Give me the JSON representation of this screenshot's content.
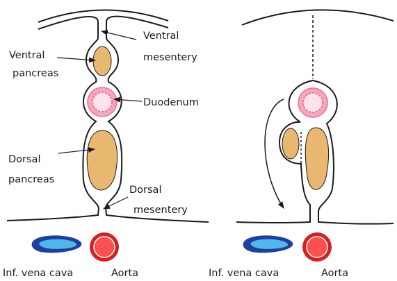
{
  "diagram": {
    "left_panel": {
      "labels": {
        "ventral_mesentery": [
          "Ventral",
          "mesentery"
        ],
        "ventral_pancreas": [
          "Ventral",
          "pancreas"
        ],
        "duodenum": "Duodenum",
        "dorsal_pancreas": [
          "Dorsal",
          "pancreas"
        ],
        "dorsal_mesentery": [
          "Dorsal",
          "mesentery"
        ],
        "inf_vena_cava": "Inf. vena cava",
        "aorta": "Aorta"
      }
    },
    "right_panel": {
      "labels": {
        "inf_vena_cava": "Inf. vena cava",
        "aorta": "Aorta"
      }
    },
    "colors": {
      "outline": "#1a1a1a",
      "pancreas_fill": "#e8b870",
      "duodenum_outer": "#f5a8bc",
      "duodenum_inner": "#fde4ec",
      "duodenum_ring": "#f0708f",
      "vena_cava_outer": "#1f3fa0",
      "vena_cava_inner": "#4fb8e8",
      "aorta_outer": "#d42020",
      "aorta_inner": "#ff5050"
    },
    "icons": [
      "rotation-arrow-icon"
    ]
  }
}
